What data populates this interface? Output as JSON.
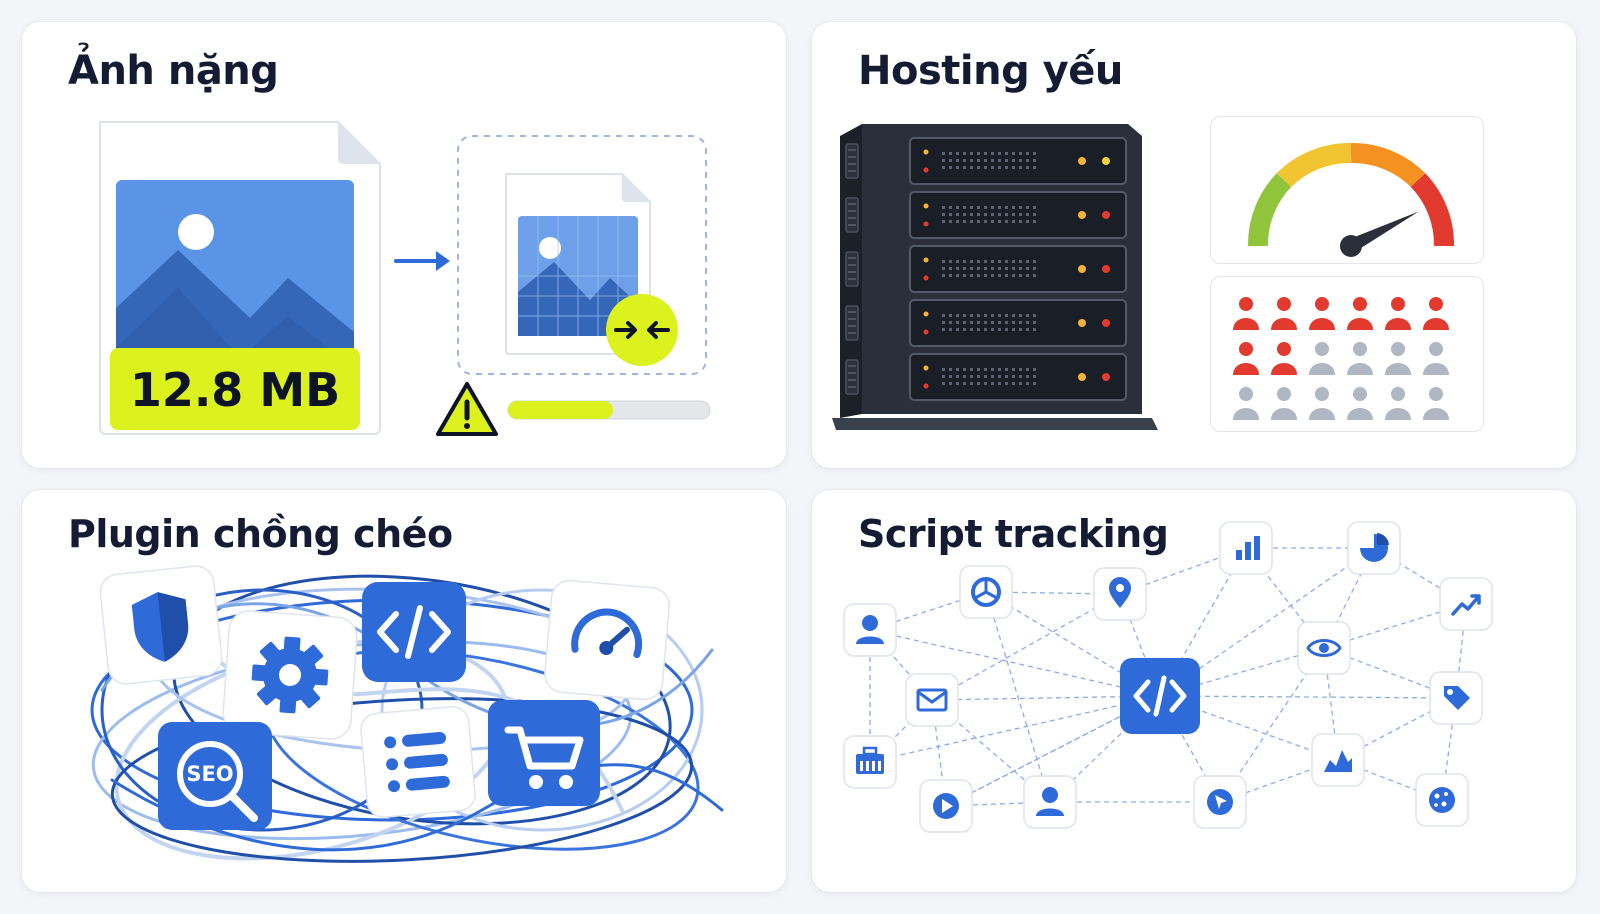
{
  "panels": {
    "images": {
      "title": "Ảnh nặng",
      "file_size": "12.8 MB",
      "compress_progress": 0.52
    },
    "hosting": {
      "title": "Hosting yếu",
      "server_units": 5,
      "gauge_level": 0.85,
      "users_total": 18,
      "users_active": 8
    },
    "plugins": {
      "title": "Plugin chồng chéo",
      "seo_label": "SEO"
    },
    "scripts": {
      "title": "Script tracking"
    }
  },
  "colors": {
    "accent_blue": "#2f6ad9",
    "highlight_yellow": "#dcf21e",
    "alert_red": "#e23a2e",
    "neutral_gray": "#b0b6c2",
    "title_text": "#151b33"
  },
  "icons": {
    "plugins": [
      "shield-icon",
      "gear-icon",
      "code-icon",
      "speed-gauge-icon",
      "seo-search-icon",
      "list-icon",
      "cart-icon"
    ],
    "scripts": [
      "user-icon",
      "chart-pie-icon",
      "location-pin-icon",
      "bar-chart-icon",
      "pie-chart-icon",
      "trend-up-icon",
      "mail-icon",
      "eye-icon",
      "tag-icon",
      "analytics-icon",
      "play-icon",
      "user-icon",
      "cursor-icon",
      "area-chart-icon",
      "cookie-icon",
      "code-icon"
    ]
  }
}
